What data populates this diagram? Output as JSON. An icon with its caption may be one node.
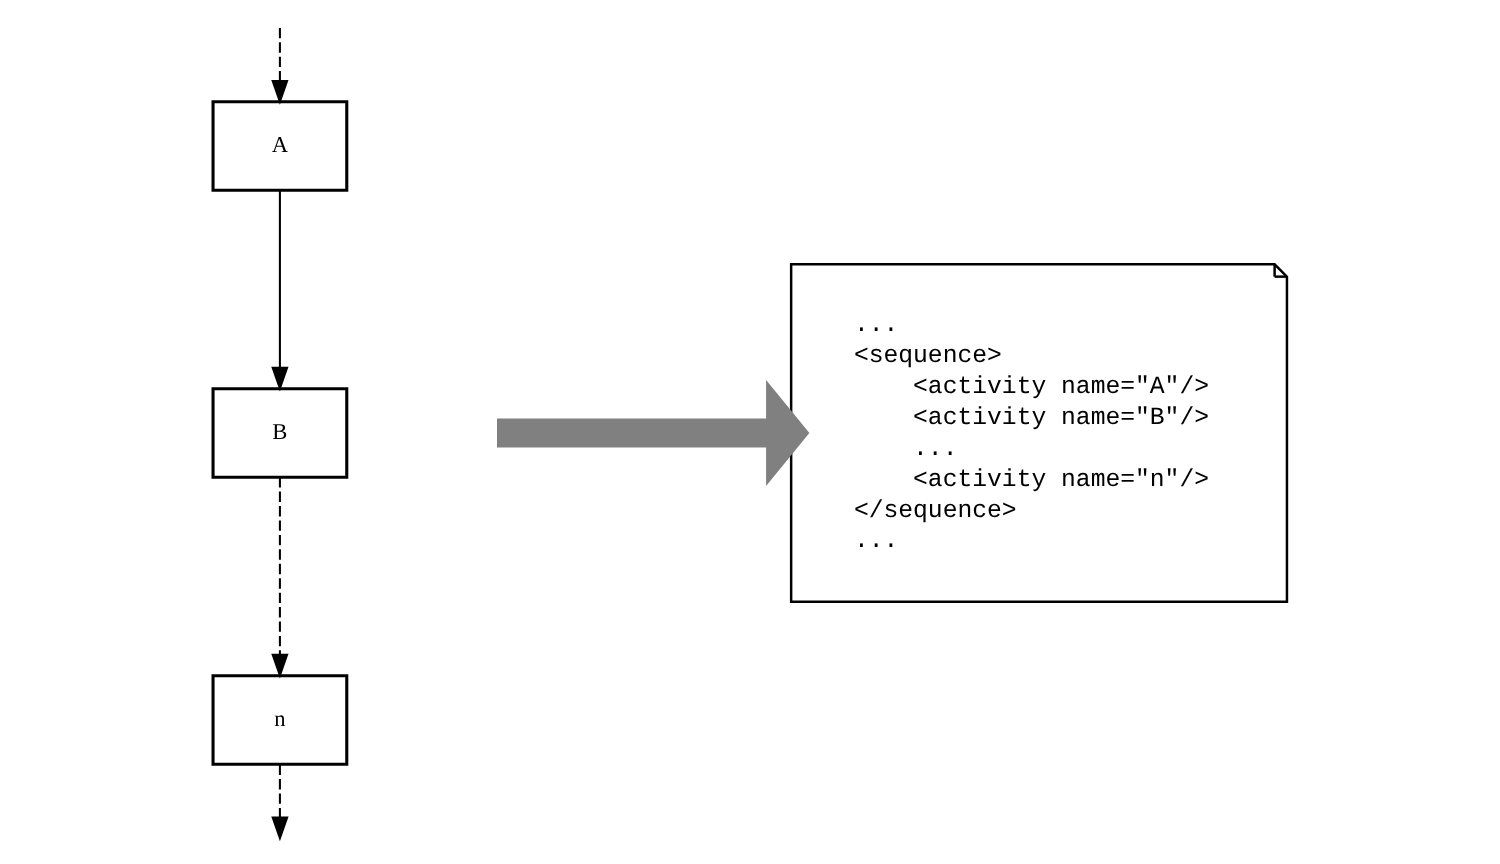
{
  "diagram": {
    "nodes": [
      {
        "text": [
          "A"
        ]
      },
      {
        "text": [
          "B"
        ]
      },
      {
        "text": [
          "n"
        ]
      },
      {
        "text": [
          "...",
          "<sequence>",
          "<activity name=\"A\"/>",
          "<activity name=\"B\"/>",
          "...",
          "<activity name=\"n\"/>",
          "</sequence>",
          "..."
        ]
      }
    ],
    "edges": [
      {
        "from": null,
        "to": 0,
        "arrow": "to",
        "style": "dashed"
      },
      {
        "from": 0,
        "to": 1,
        "arrow": "to"
      },
      {
        "from": 1,
        "to": 2,
        "arrow": "to",
        "style": "dashed"
      },
      {
        "from": 2,
        "to": null,
        "arrow": "to",
        "style": "dashed"
      },
      {
        "from": null,
        "to": 3,
        "arrow": "to",
        "style": "thick",
        "color": "#808080"
      }
    ]
  }
}
